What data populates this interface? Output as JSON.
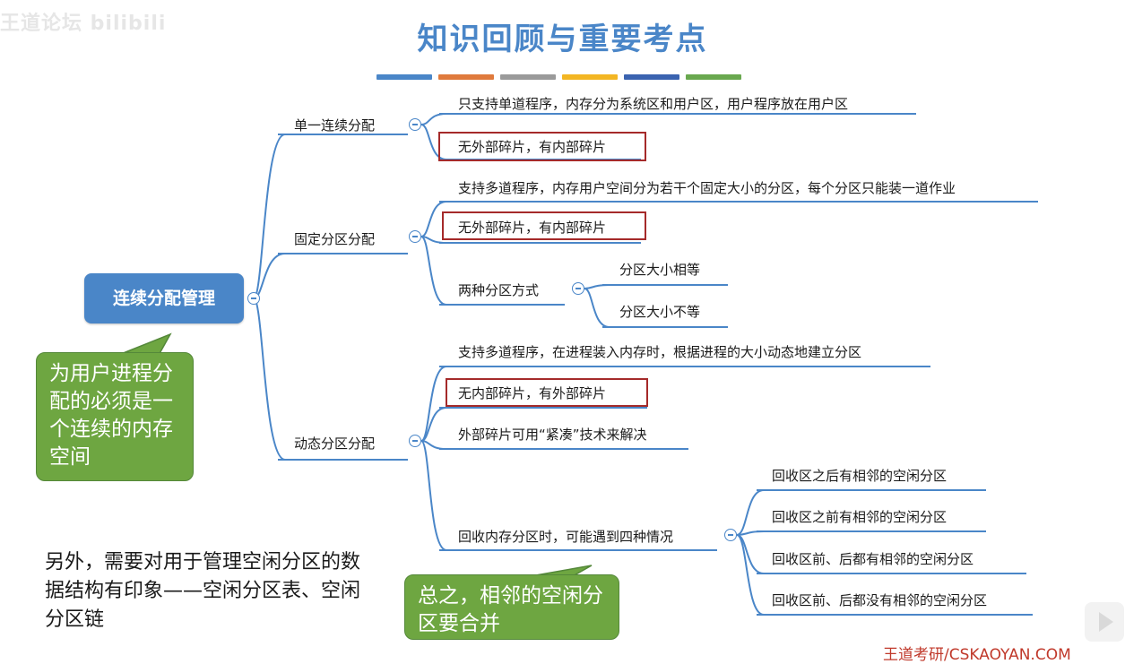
{
  "watermark": "王道论坛 bilibili",
  "title": "知识回顾与重要考点",
  "colors": {
    "accent_bars": [
      "#4a86c8",
      "#e07a3c",
      "#9a9a9a",
      "#f3b623",
      "#3a63b0",
      "#69a84f"
    ],
    "node_line": "#4a86c8",
    "highlight_box": "#a52a2a",
    "callout_fill": "#6ea641"
  },
  "mindmap": {
    "root": "连续分配管理",
    "branches": [
      {
        "label": "单一连续分配",
        "children": [
          "只支持单道程序，内存分为系统区和用户区，用户程序放在用户区",
          "无外部碎片，有内部碎片"
        ]
      },
      {
        "label": "固定分区分配",
        "children": [
          "支持多道程序，内存用户空间分为若干个固定大小的分区，每个分区只能装一道作业",
          "无外部碎片，有内部碎片",
          "两种分区方式"
        ],
        "sub": [
          "分区大小相等",
          "分区大小不等"
        ]
      },
      {
        "label": "动态分区分配",
        "children": [
          "支持多道程序，在进程装入内存时，根据进程的大小动态地建立分区",
          "无内部碎片，有外部碎片",
          "外部碎片可用“紧凑”技术来解决",
          "回收内存分区时，可能遇到四种情况"
        ],
        "sub": [
          "回收区之后有相邻的空闲分区",
          "回收区之前有相邻的空闲分区",
          "回收区前、后都有相邻的空闲分区",
          "回收区前、后都没有相邻的空闲分区"
        ]
      }
    ]
  },
  "callouts": {
    "left": "为用户进程分配的必须是一个连续的内存空间",
    "bottom": "总之，相邻的空闲分区要合并"
  },
  "note": "另外，需要对用于管理空闲分区的数据结构有印象——空闲分区表、空闲分区链",
  "footer": "王道考研/CSKAOYAN.COM"
}
